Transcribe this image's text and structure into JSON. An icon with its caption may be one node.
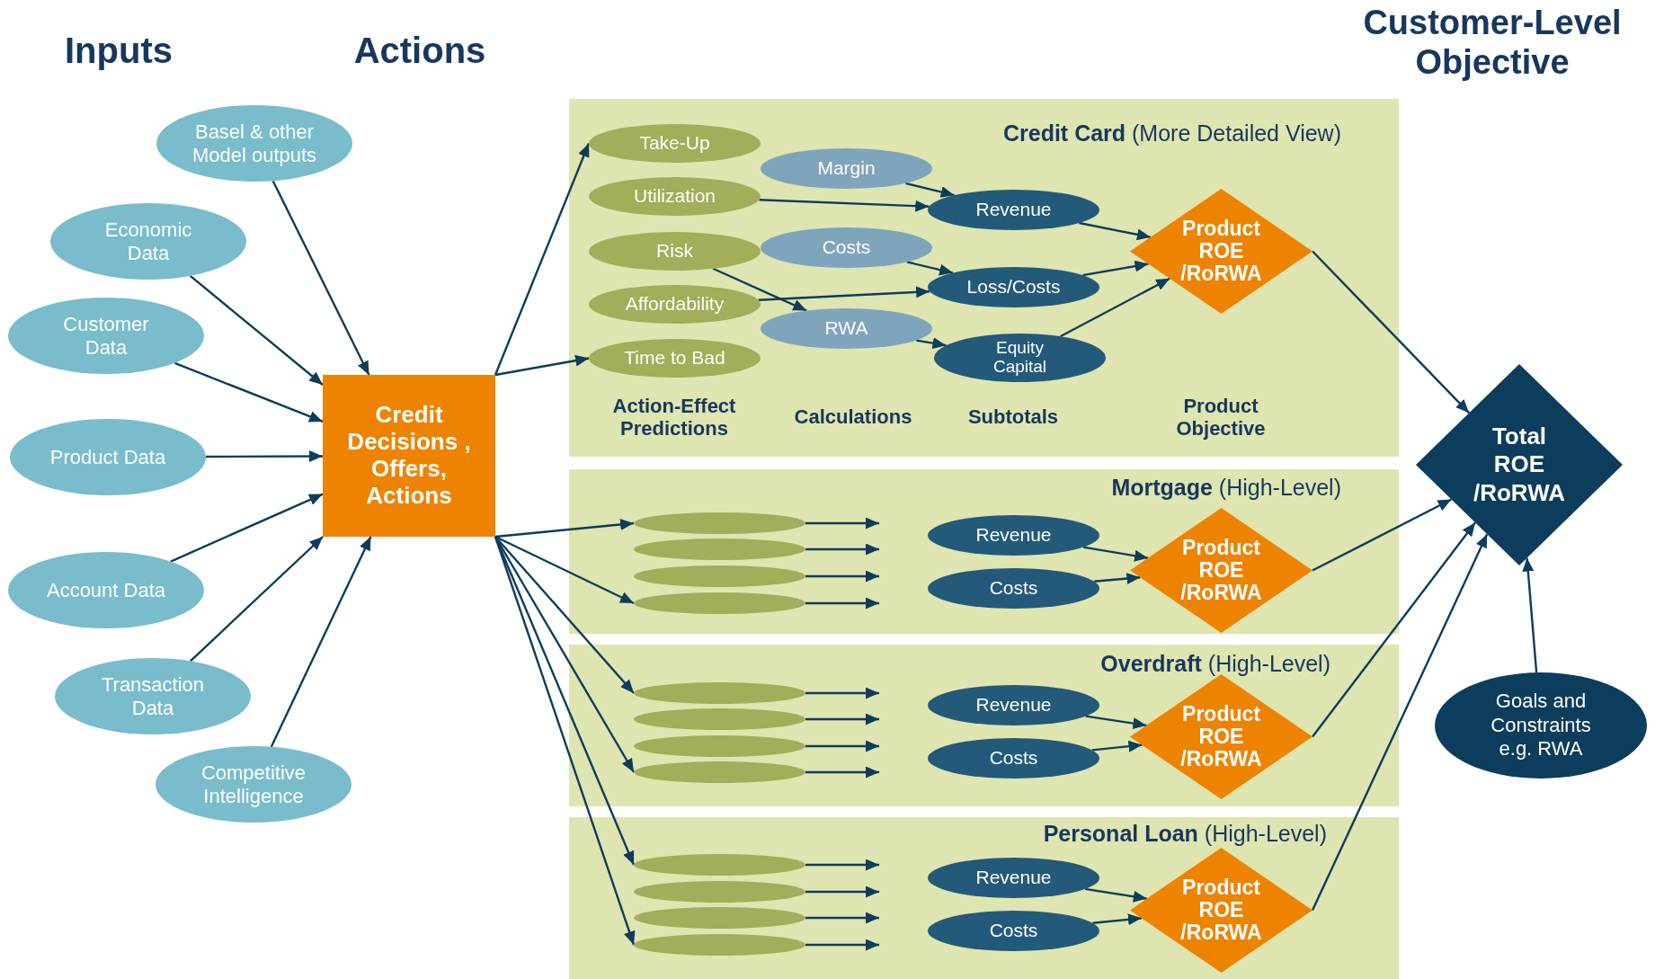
{
  "diagram": {
    "nodes": [
      {
        "text": [
          "Basel & other Model outputs"
        ]
      },
      {
        "text": [
          "Economic Data"
        ]
      },
      {
        "text": [
          "Customer Data"
        ]
      },
      {
        "text": [
          "Product Data"
        ]
      },
      {
        "text": [
          "Account Data"
        ]
      },
      {
        "text": [
          "Transaction Data"
        ]
      },
      {
        "text": [
          "Competitive Intelligence"
        ]
      },
      {
        "text": [
          "Credit Decisions , Offers, Actions"
        ]
      },
      {
        "text": [
          "**Credit Card** (More Detailed View)",
          "Action-Effect Predictions",
          "Calculations",
          "Subtotals",
          "Product Objective"
        ]
      },
      {
        "text": [
          "Take-Up"
        ],
        "in": 8
      },
      {
        "text": [
          "Utilization"
        ],
        "in": 8
      },
      {
        "text": [
          "Risk"
        ],
        "in": 8
      },
      {
        "text": [
          "Affordability"
        ],
        "in": 8
      },
      {
        "text": [
          "Time to Bad"
        ],
        "in": 8
      },
      {
        "text": [
          "Margin"
        ],
        "in": 8
      },
      {
        "text": [
          "Costs"
        ],
        "in": 8
      },
      {
        "text": [
          "RWA"
        ],
        "in": 8
      },
      {
        "text": [
          "Revenue"
        ],
        "in": 8
      },
      {
        "text": [
          "Loss/Costs"
        ],
        "in": 8
      },
      {
        "text": [
          "Equity Capital"
        ],
        "in": 8
      },
      {
        "text": [
          "Product ROE /RoRWA"
        ],
        "in": 8
      },
      {
        "text": [
          "**Mortgage** (High-Level)"
        ]
      },
      {
        "text": [],
        "shape": "ellipse",
        "in": 21
      },
      {
        "text": [],
        "shape": "ellipse",
        "in": 21
      },
      {
        "text": [],
        "shape": "ellipse",
        "in": 21
      },
      {
        "text": [],
        "shape": "ellipse",
        "in": 21
      },
      {
        "text": [
          "Revenue"
        ],
        "in": 21
      },
      {
        "text": [
          "Costs"
        ],
        "in": 21
      },
      {
        "text": [
          "Product ROE /RoRWA"
        ],
        "in": 21
      },
      {
        "text": [
          "**Overdraft** (High-Level)"
        ]
      },
      {
        "text": [],
        "shape": "ellipse",
        "in": 29
      },
      {
        "text": [],
        "shape": "ellipse",
        "in": 29
      },
      {
        "text": [],
        "shape": "ellipse",
        "in": 29
      },
      {
        "text": [],
        "shape": "ellipse",
        "in": 29
      },
      {
        "text": [
          "Revenue"
        ],
        "in": 29
      },
      {
        "text": [
          "Costs"
        ],
        "in": 29
      },
      {
        "text": [
          "Product ROE /RoRWA"
        ],
        "in": 29
      },
      {
        "text": [
          "**Personal Loan** (High-Level)"
        ]
      },
      {
        "text": [],
        "shape": "ellipse",
        "in": 37
      },
      {
        "text": [],
        "shape": "ellipse",
        "in": 37
      },
      {
        "text": [],
        "shape": "ellipse",
        "in": 37
      },
      {
        "text": [],
        "shape": "ellipse",
        "in": 37
      },
      {
        "text": [
          "Revenue"
        ],
        "in": 37
      },
      {
        "text": [
          "Costs"
        ],
        "in": 37
      },
      {
        "text": [
          "Product ROE /RoRWA"
        ],
        "in": 37
      },
      {
        "text": [
          "Total ROE /RoRWA"
        ]
      },
      {
        "text": [
          "Goals and Constraints e.g. RWA"
        ]
      }
    ],
    "edges": [
      {
        "from": 0,
        "to": 7,
        "arrow": "to"
      },
      {
        "from": 1,
        "to": 7,
        "arrow": "to"
      },
      {
        "from": 2,
        "to": 7,
        "arrow": "to"
      },
      {
        "from": 3,
        "to": 7,
        "arrow": "to"
      },
      {
        "from": 4,
        "to": 7,
        "arrow": "to"
      },
      {
        "from": 5,
        "to": 7,
        "arrow": "to"
      },
      {
        "from": 6,
        "to": 7,
        "arrow": "to"
      },
      {
        "from": 7,
        "to": 9,
        "arrow": "to"
      },
      {
        "from": 7,
        "to": 13,
        "arrow": "to"
      },
      {
        "from": 7,
        "to": 22,
        "arrow": "to"
      },
      {
        "from": 7,
        "to": 25,
        "arrow": "to"
      },
      {
        "from": 7,
        "to": 30,
        "arrow": "to"
      },
      {
        "from": 7,
        "to": 33,
        "arrow": "to"
      },
      {
        "from": 7,
        "to": 38,
        "arrow": "to"
      },
      {
        "from": 7,
        "to": 41,
        "arrow": "to"
      },
      {
        "from": 14,
        "to": 17,
        "arrow": "to"
      },
      {
        "from": 10,
        "to": 17,
        "arrow": "to"
      },
      {
        "from": 15,
        "to": 18,
        "arrow": "to"
      },
      {
        "from": 11,
        "to": 16,
        "arrow": "to"
      },
      {
        "from": 12,
        "to": 18,
        "arrow": "to"
      },
      {
        "from": 16,
        "to": 19,
        "arrow": "to"
      },
      {
        "from": 17,
        "to": 20,
        "arrow": "to"
      },
      {
        "from": 18,
        "to": 20,
        "arrow": "to"
      },
      {
        "from": 19,
        "to": 20,
        "arrow": "to"
      },
      {
        "from": 20,
        "to": 45,
        "arrow": "to"
      },
      {
        "from": 22,
        "to": null,
        "arrow": "to"
      },
      {
        "from": 23,
        "to": null,
        "arrow": "to"
      },
      {
        "from": 24,
        "to": null,
        "arrow": "to"
      },
      {
        "from": 25,
        "to": null,
        "arrow": "to"
      },
      {
        "from": 26,
        "to": 28,
        "arrow": "to"
      },
      {
        "from": 27,
        "to": 28,
        "arrow": "to"
      },
      {
        "from": 28,
        "to": 45,
        "arrow": "to"
      },
      {
        "from": 30,
        "to": null,
        "arrow": "to"
      },
      {
        "from": 31,
        "to": null,
        "arrow": "to"
      },
      {
        "from": 32,
        "to": null,
        "arrow": "to"
      },
      {
        "from": 33,
        "to": null,
        "arrow": "to"
      },
      {
        "from": 34,
        "to": 36,
        "arrow": "to"
      },
      {
        "from": 35,
        "to": 36,
        "arrow": "to"
      },
      {
        "from": 36,
        "to": 45,
        "arrow": "to"
      },
      {
        "from": 38,
        "to": null,
        "arrow": "to"
      },
      {
        "from": 39,
        "to": null,
        "arrow": "to"
      },
      {
        "from": 40,
        "to": null,
        "arrow": "to"
      },
      {
        "from": 41,
        "to": null,
        "arrow": "to"
      },
      {
        "from": 42,
        "to": 44,
        "arrow": "to"
      },
      {
        "from": 43,
        "to": 44,
        "arrow": "to"
      },
      {
        "from": 44,
        "to": 45,
        "arrow": "to"
      },
      {
        "from": 46,
        "to": 45,
        "arrow": "to"
      }
    ],
    "labels": [
      "Inputs",
      "Actions",
      "Customer-Level Objective"
    ]
  }
}
